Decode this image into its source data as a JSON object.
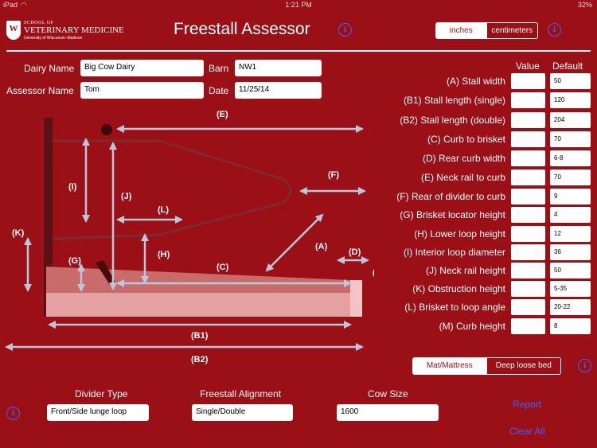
{
  "status_bar": {
    "device": "iPad",
    "wifi_icon": "wifi-icon",
    "time": "1:21 PM",
    "battery": "32%"
  },
  "logo": {
    "crest_letter": "W",
    "line1": "SCHOOL OF",
    "line2": "VETERINARY MEDICINE",
    "line3": "University of Wisconsin–Madison"
  },
  "header": {
    "title": "Freestall Assessor",
    "info_icon": "info-icon"
  },
  "units": {
    "options": [
      "inches",
      "centimeters"
    ],
    "selected": "inches"
  },
  "form": {
    "dairy_name_label": "Dairy Name",
    "dairy_name_value": "Big Cow Dairy",
    "barn_label": "Barn",
    "barn_value": "NW1",
    "assessor_name_label": "Assessor Name",
    "assessor_name_value": "Tom",
    "date_label": "Date",
    "date_value": "11/25/14"
  },
  "table": {
    "value_header": "Value",
    "default_header": "Default",
    "rows": [
      {
        "label": "(A) Stall width",
        "value": "",
        "default": "50"
      },
      {
        "label": "(B1) Stall length (single)",
        "value": "",
        "default": "120"
      },
      {
        "label": "(B2) Stall length (double)",
        "value": "",
        "default": "204"
      },
      {
        "label": "(C) Curb to brisket",
        "value": "",
        "default": "70"
      },
      {
        "label": "(D) Rear curb width",
        "value": "",
        "default": "6-8"
      },
      {
        "label": "(E) Neck rail to curb",
        "value": "",
        "default": "70"
      },
      {
        "label": "(F) Rear of divider to curb",
        "value": "",
        "default": "9"
      },
      {
        "label": "(G) Brisket locator height",
        "value": "",
        "default": "4"
      },
      {
        "label": "(H) Lower loop height",
        "value": "",
        "default": "12"
      },
      {
        "label": "(I) Interior loop diameter",
        "value": "",
        "default": "36"
      },
      {
        "label": "(J) Neck rail height",
        "value": "",
        "default": "50"
      },
      {
        "label": "(K) Obstruction height",
        "value": "",
        "default": "5-35"
      },
      {
        "label": "(L) Brisket to loop angle",
        "value": "",
        "default": "20-22"
      },
      {
        "label": "(M) Curb height",
        "value": "",
        "default": "8"
      }
    ]
  },
  "diagram": {
    "labels": {
      "A": "(A)",
      "B1": "(B1)",
      "B2": "(B2)",
      "C": "(C)",
      "D": "(D)",
      "E": "(E)",
      "F": "(F)",
      "G": "(G)",
      "H": "(H)",
      "I": "(I)",
      "J": "(J)",
      "K": "(K)",
      "L": "(L)",
      "M": "(M)"
    }
  },
  "bed_type": {
    "options": [
      "Mat/Mattress",
      "Deep loose bed"
    ],
    "selected": "Mat/Mattress"
  },
  "bottom": {
    "divider_type_label": "Divider Type",
    "divider_type_value": "Front/Side lunge loop",
    "alignment_label": "Freestall Alignment",
    "alignment_value": "Single/Double",
    "cow_size_label": "Cow Size",
    "cow_size_value": "1600",
    "report_link": "Report",
    "clear_all_link": "Clear All"
  },
  "colors": {
    "background": "#9b0f17",
    "link": "#3d63ff",
    "arrow": "#b9c7dc",
    "stall_floor": "#e8a7a7"
  }
}
